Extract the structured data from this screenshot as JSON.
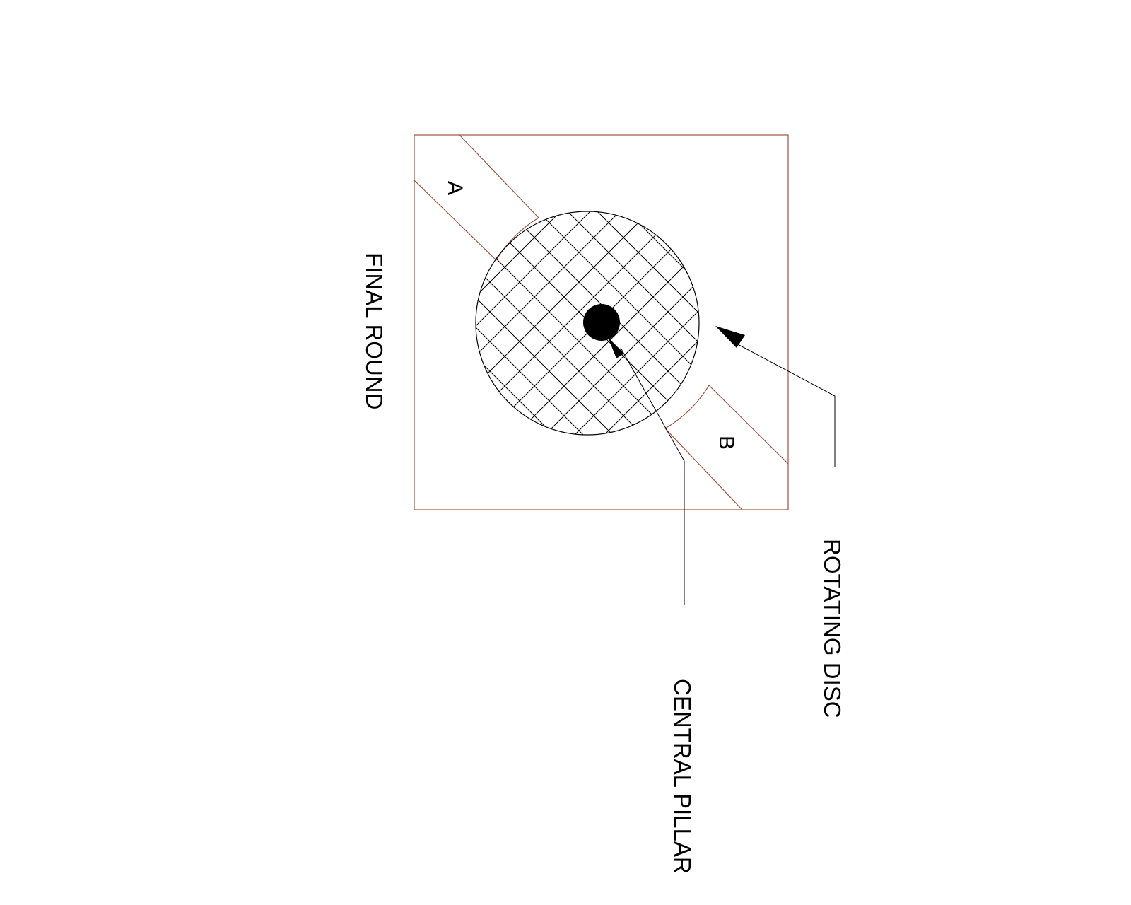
{
  "diagram": {
    "title": "FINAL ROUND",
    "labels": {
      "room_a": "A",
      "room_b": "B",
      "rotating_disc": "ROTATING DISC",
      "central_pillar": "CENTRAL PILLAR"
    },
    "colors": {
      "outline": "#a0523d",
      "ink": "#000000",
      "background": "#ffffff"
    }
  }
}
